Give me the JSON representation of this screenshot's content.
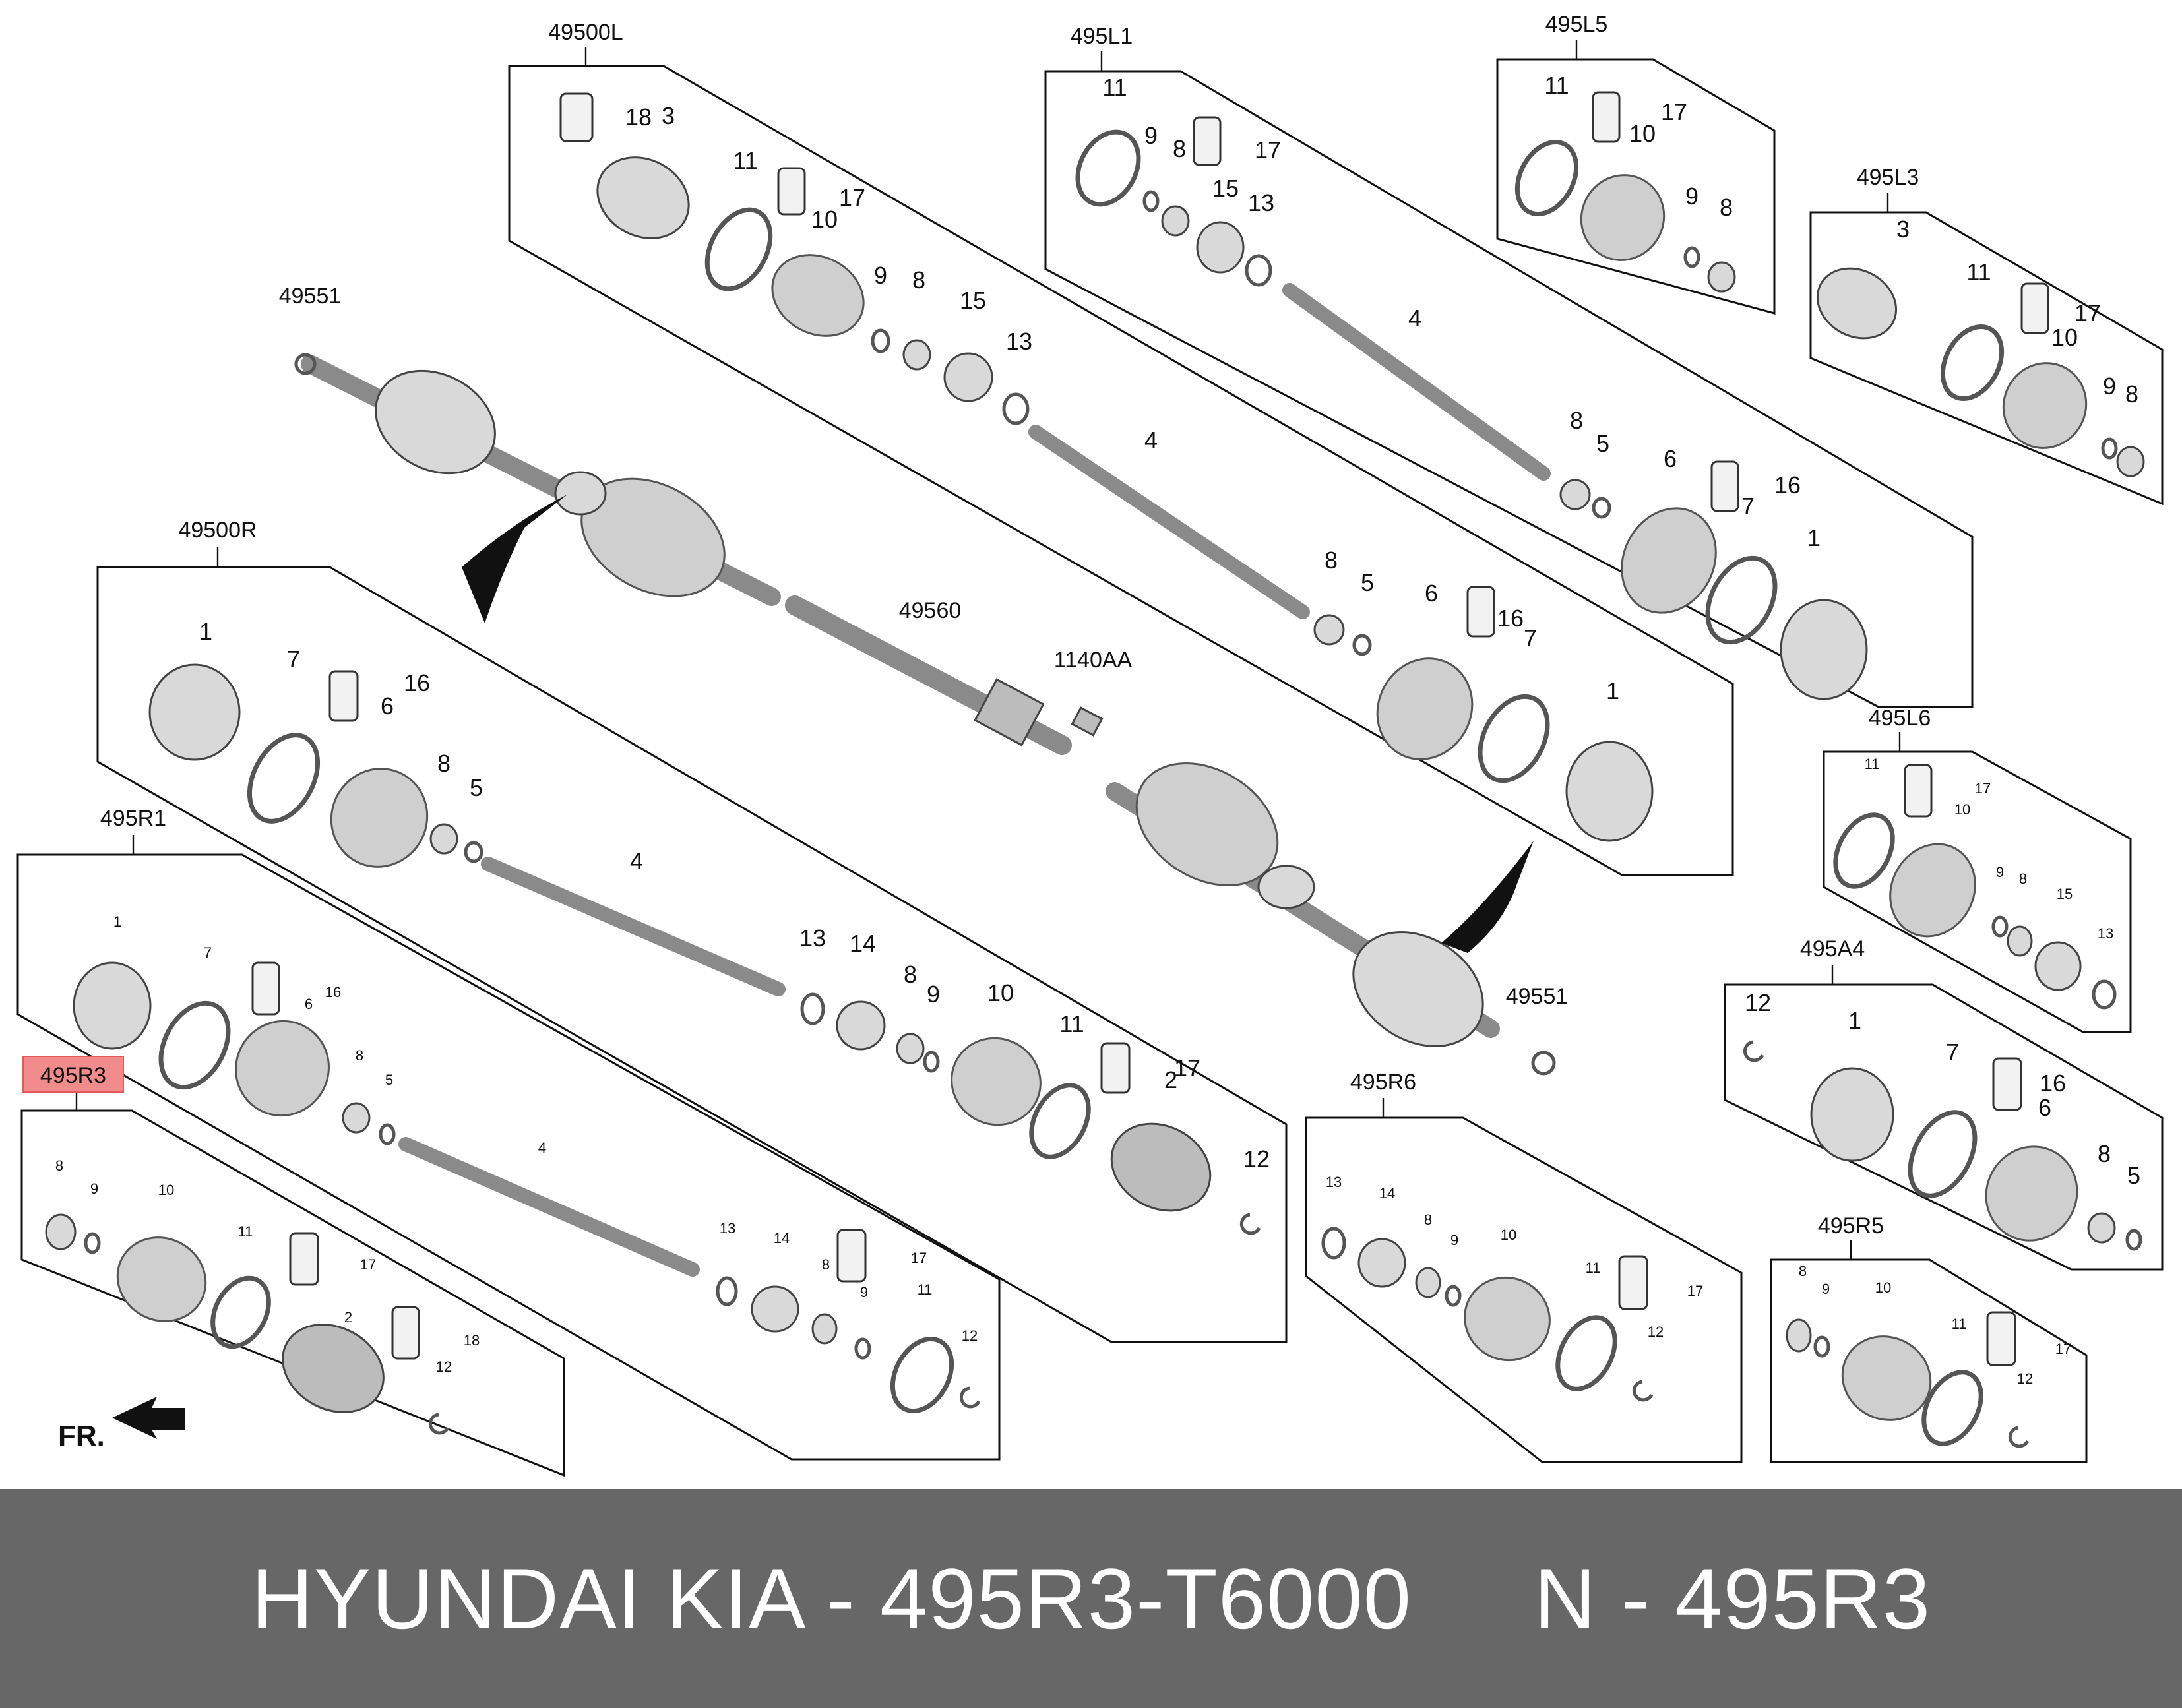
{
  "colors": {
    "highlight": "#f28b8b",
    "footer_bg": "#676767",
    "footer_text": "#ffffff"
  },
  "assemblies": {
    "a49500L": "49500L",
    "a495L1": "495L1",
    "a495L5": "495L5",
    "a495L3": "495L3",
    "a49551_top": "49551",
    "a49500R": "49500R",
    "a49560": "49560",
    "a1140AA": "1140AA",
    "a495R1": "495R1",
    "a495R3": "495R3",
    "a495L6": "495L6",
    "a495A4": "495A4",
    "a49551_bot": "49551",
    "a495R6": "495R6",
    "a495R5": "495R5"
  },
  "parts": {
    "n1": "1",
    "n2": "2",
    "n3": "3",
    "n4": "4",
    "n5": "5",
    "n6": "6",
    "n7": "7",
    "n8": "8",
    "n9": "9",
    "n10": "10",
    "n11": "11",
    "n12": "12",
    "n13": "13",
    "n14": "14",
    "n15": "15",
    "n16": "16",
    "n17": "17",
    "n18": "18"
  },
  "direction_label": "FR.",
  "footer": {
    "text": "HYUNDAI KIA - 495R3-T6000     N - 495R3"
  }
}
